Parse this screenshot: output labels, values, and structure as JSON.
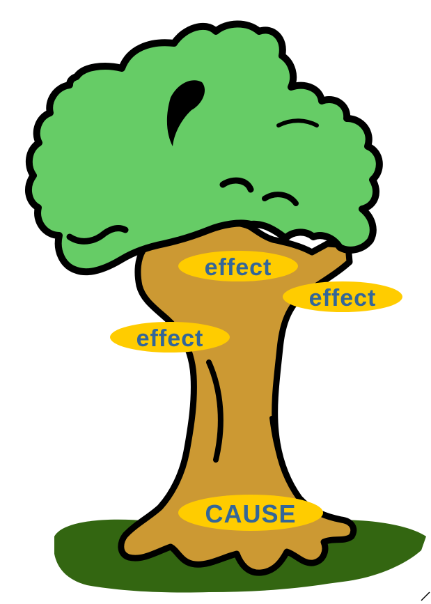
{
  "diagram": {
    "root_label": "CAUSE",
    "branch_labels": [
      "effect",
      "effect",
      "effect"
    ]
  },
  "colors": {
    "foliage": "#66cc66",
    "trunk": "#cc9933",
    "grass": "#336611",
    "outline": "#000000",
    "label_fill": "#ffcc00",
    "label_text": "#336699"
  }
}
